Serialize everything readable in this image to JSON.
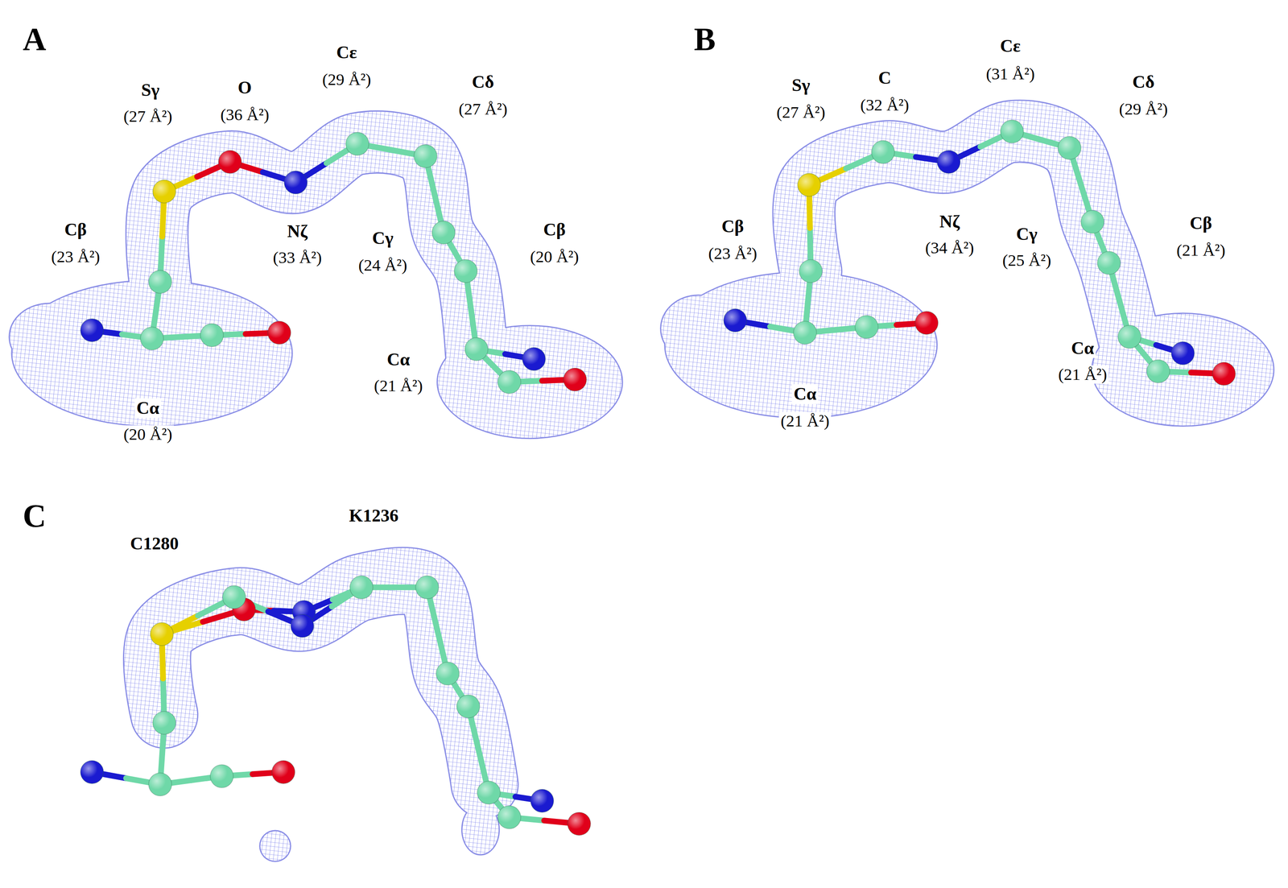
{
  "diagram": {
    "labels": [
      "A",
      "Sγ",
      "(27 Å²)",
      "O",
      "(36 Å²)",
      "Cε",
      "(29 Å²)",
      "Cδ",
      "(27 Å²)",
      "Cβ",
      "(23 Å²)",
      "Nζ",
      "(33 Å²)",
      "Cγ",
      "(24 Å²)",
      "Cβ",
      "(20 Å²)",
      "Cα",
      "(21 Å²)",
      "Cα",
      "(20 Å²)",
      "B",
      "Sγ",
      "(27 Å²)",
      "C",
      "(32 Å²)",
      "Cε",
      "(31 Å²)",
      "Cδ",
      "(29 Å²)",
      "Cβ",
      "(23 Å²)",
      "Nζ",
      "(34 Å²)",
      "Cγ",
      "(25 Å²)",
      "Cβ",
      "(21 Å²)",
      "Cα",
      "(21 Å²)",
      "Cα",
      "(21 Å²)",
      "C",
      "C1280",
      "K1236"
    ]
  }
}
